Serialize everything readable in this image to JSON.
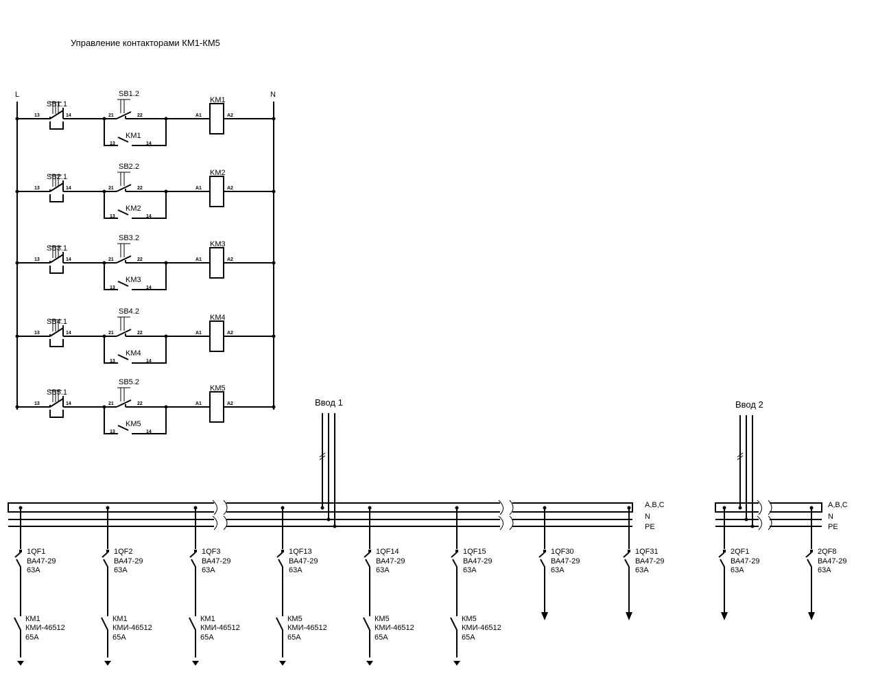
{
  "title": "Управление контакторами КМ1-КМ5",
  "rails": {
    "left": "L",
    "right": "N"
  },
  "pins": {
    "c13": "13",
    "c14": "14",
    "c21": "21",
    "c22": "22",
    "a1": "A1",
    "a2": "A2"
  },
  "control_rows": [
    {
      "start": "SB1.1",
      "stop": "SB1.2",
      "hold": "KM1",
      "coil": "KM1"
    },
    {
      "start": "SB2.1",
      "stop": "SB2.2",
      "hold": "KM2",
      "coil": "KM2"
    },
    {
      "start": "SB3.1",
      "stop": "SB3.2",
      "hold": "KM3",
      "coil": "KM3"
    },
    {
      "start": "SB4.1",
      "stop": "SB4.2",
      "hold": "KM4",
      "coil": "KM4"
    },
    {
      "start": "SB5.1",
      "stop": "SB5.2",
      "hold": "KM5",
      "coil": "KM5"
    }
  ],
  "inputs": {
    "in1": "Ввод 1",
    "in2": "Ввод 2"
  },
  "bus_labels": {
    "phases": "A,B,C",
    "neutral": "N",
    "earth": "PE"
  },
  "feeders": [
    {
      "breaker": "1QF1",
      "type": "ВА47-29",
      "rating": "63А",
      "contactor": "КМ1",
      "ctype": "КМИ-46512",
      "crating": "65А"
    },
    {
      "breaker": "1QF2",
      "type": "ВА47-29",
      "rating": "63А",
      "contactor": "КМ1",
      "ctype": "КМИ-46512",
      "crating": "65А"
    },
    {
      "breaker": "1QF3",
      "type": "ВА47-29",
      "rating": "63А",
      "contactor": "КМ1",
      "ctype": "КМИ-46512",
      "crating": "65А"
    },
    {
      "breaker": "1QF13",
      "type": "ВА47-29",
      "rating": "63А",
      "contactor": "КМ5",
      "ctype": "КМИ-46512",
      "crating": "65А"
    },
    {
      "breaker": "1QF14",
      "type": "ВА47-29",
      "rating": "63А",
      "contactor": "КМ5",
      "ctype": "КМИ-46512",
      "crating": "65А"
    },
    {
      "breaker": "1QF15",
      "type": "ВА47-29",
      "rating": "63А",
      "contactor": "КМ5",
      "ctype": "КМИ-46512",
      "crating": "65А"
    },
    {
      "breaker": "1QF30",
      "type": "ВА47-29",
      "rating": "63А"
    },
    {
      "breaker": "1QF31",
      "type": "ВА47-29",
      "rating": "63А"
    },
    {
      "breaker": "2QF1",
      "type": "ВА47-29",
      "rating": "63А"
    },
    {
      "breaker": "2QF8",
      "type": "ВА47-29",
      "rating": "63А"
    }
  ]
}
